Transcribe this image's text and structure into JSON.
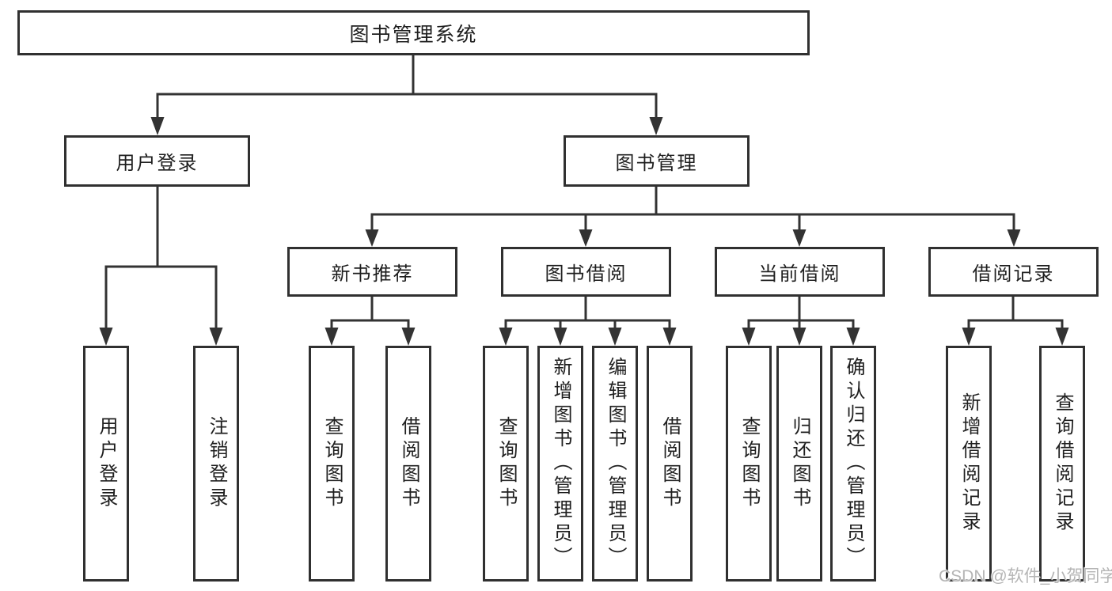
{
  "diagram": {
    "title": "图书管理系统",
    "level2": [
      {
        "label": "用户登录"
      },
      {
        "label": "图书管理"
      }
    ],
    "level3": [
      {
        "label": "新书推荐"
      },
      {
        "label": "图书借阅"
      },
      {
        "label": "当前借阅"
      },
      {
        "label": "借阅记录"
      }
    ],
    "leaves": {
      "user_login": [
        "用户登录",
        "注销登录"
      ],
      "new_book": [
        "查询图书",
        "借阅图书"
      ],
      "book_borrow": [
        "查询图书",
        "新增图书（管理员）",
        "编辑图书（管理员）",
        "借阅图书"
      ],
      "current_borrow": [
        "查询图书",
        "归还图书",
        "确认归还（管理员）"
      ],
      "records": [
        "新增借阅记录",
        "查询借阅记录"
      ]
    },
    "watermark": "CSDN @软件_小贺同学",
    "colors": {
      "line": "#333333",
      "box_border": "#303030",
      "text": "#1f1f1f",
      "background": "#ffffff",
      "watermark": "#b5b5b5"
    }
  }
}
